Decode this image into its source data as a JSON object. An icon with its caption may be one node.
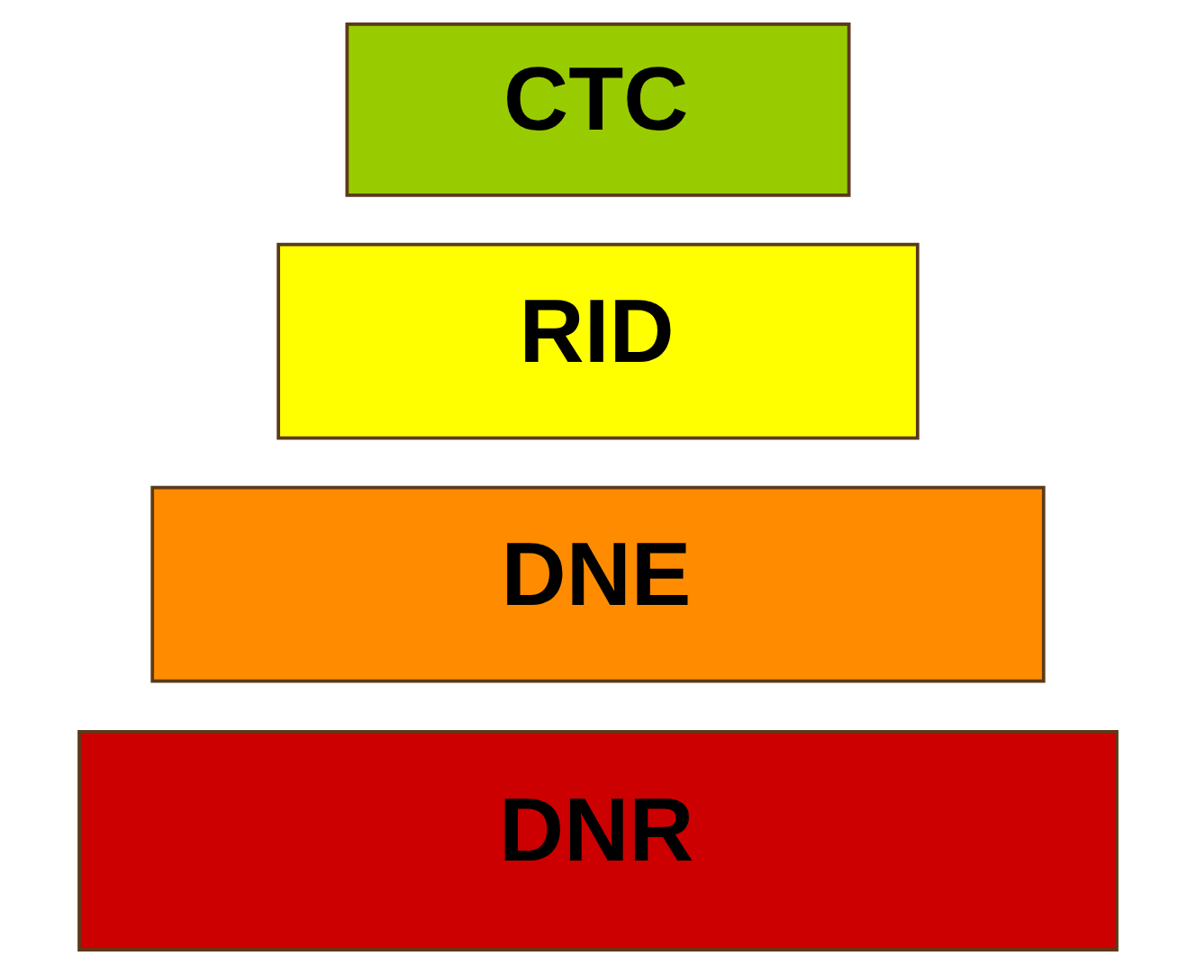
{
  "diagram": {
    "nodes": [
      {
        "text": [
          "DNR"
        ]
      },
      {
        "text": [
          "DNE"
        ]
      },
      {
        "text": [
          "RID"
        ]
      },
      {
        "text": [
          "CTC"
        ]
      }
    ]
  }
}
